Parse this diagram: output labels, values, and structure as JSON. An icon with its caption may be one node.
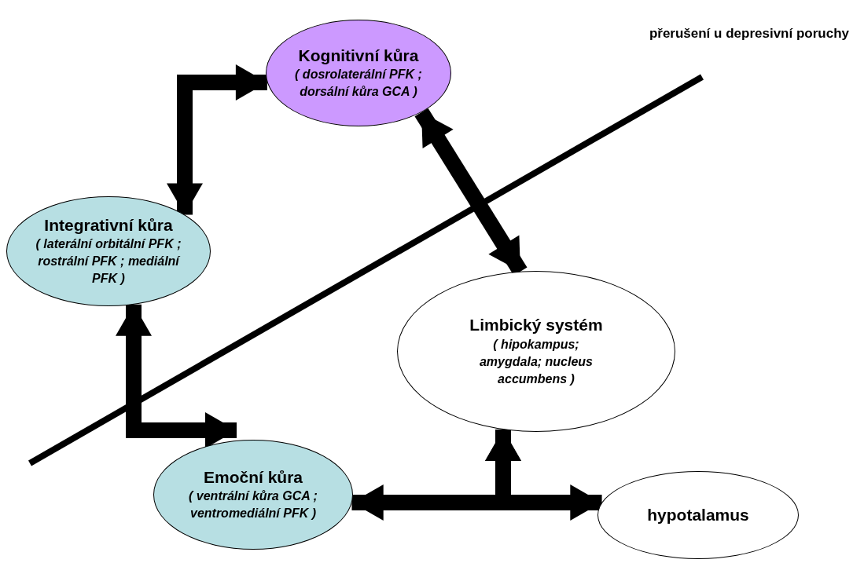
{
  "diagram": {
    "nodes": [
      {
        "text": [
          "Kognitivní kůra",
          "( dosrolaterální PFK ; dorsální kůra GCA )"
        ]
      },
      {
        "text": [
          "Integrativní kůra",
          "( laterální orbitální PFK ; rostrální PFK ; mediální PFK )"
        ]
      },
      {
        "text": [
          "Limbický systém",
          "( hipokampus; amygdala; nucleus accumbens )"
        ]
      },
      {
        "text": [
          "Emoční kůra",
          "( ventrální kůra GCA ; ventromediální PFK )"
        ]
      },
      {
        "text": [
          "hypotalamus"
        ]
      }
    ],
    "edges": [
      {
        "from": 1,
        "to": 0,
        "arrow": "both"
      },
      {
        "from": 0,
        "to": 2,
        "arrow": "both"
      },
      {
        "from": 1,
        "to": 3,
        "arrow": "both"
      },
      {
        "from": 3,
        "to": 4,
        "arrow": "both"
      },
      {
        "from": 3,
        "to": 2,
        "arrow": "to"
      },
      {
        "from": 4,
        "to": 2,
        "arrow": "to"
      }
    ],
    "labels": [
      "přerušení u depresivní poruchy"
    ]
  }
}
